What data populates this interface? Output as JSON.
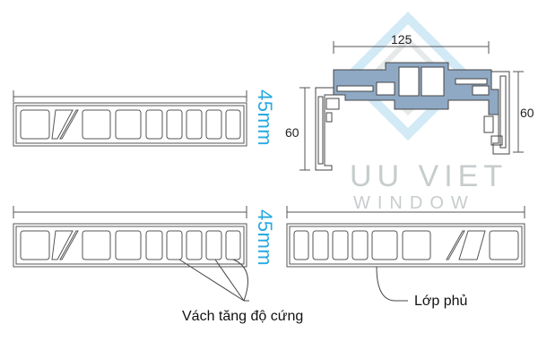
{
  "labels": {
    "thickness_top": "45mm",
    "thickness_bottom": "45mm",
    "dim_width": "125",
    "dim_height_left": "60",
    "dim_height_right": "60",
    "note_ribs": "Vách tăng độ cứng",
    "note_coating": "Lớp phủ"
  },
  "watermark": {
    "brand_line1": "UU VIET",
    "brand_line2": "WINDOW"
  },
  "colors": {
    "accent": "#29a9e0",
    "line": "#555555",
    "profile_fill": "#8fa9c4",
    "watermark": "#9aa3a6"
  }
}
